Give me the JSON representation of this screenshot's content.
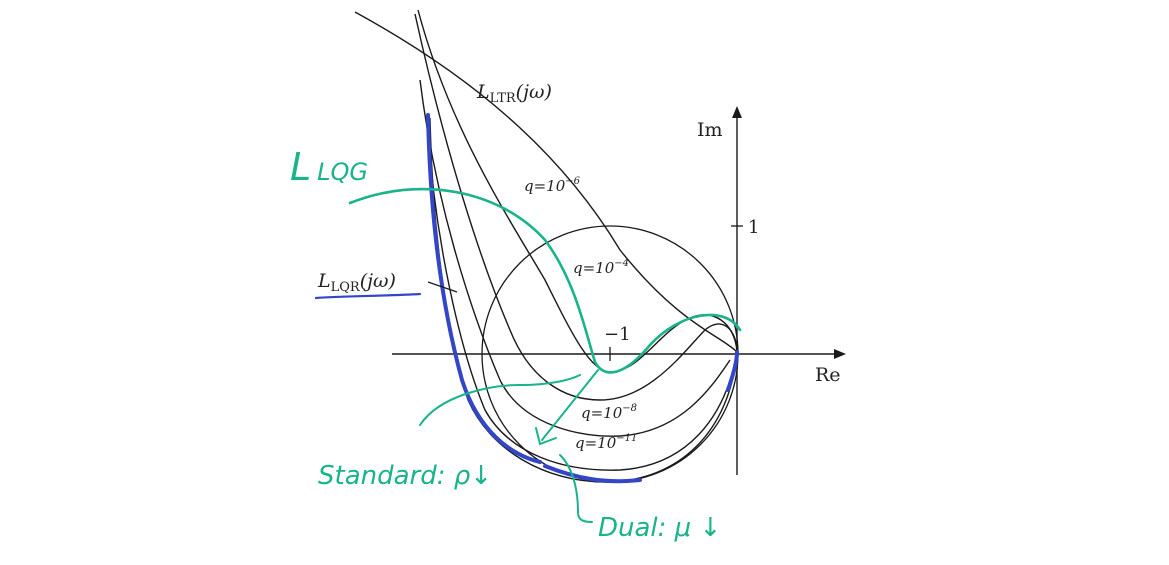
{
  "axes": {
    "real_label": "Re",
    "imag_label": "Im",
    "tick_minus_one": "−1",
    "tick_one": "1"
  },
  "labels": {
    "l_ltr": "L",
    "l_ltr_sub": "LTR",
    "l_ltr_arg": "(jω)",
    "l_lqr": "L",
    "l_lqr_sub": "LQR",
    "l_lqr_arg": "(jω)",
    "q1": "q=10",
    "q1_exp": "−6",
    "q2": "q=10",
    "q2_exp": "−4",
    "q3": "q=10",
    "q3_exp": "−8",
    "q4": "q=10",
    "q4_exp": "−11"
  },
  "annotations": {
    "l_lqg": "L",
    "l_lqg_sub": "LQG",
    "standard": "Standard: ρ↓",
    "dual": "Dual: μ ↓"
  },
  "colors": {
    "ink": "#1a1a1a",
    "teal": "#19b38c",
    "blue": "#3346c8"
  }
}
